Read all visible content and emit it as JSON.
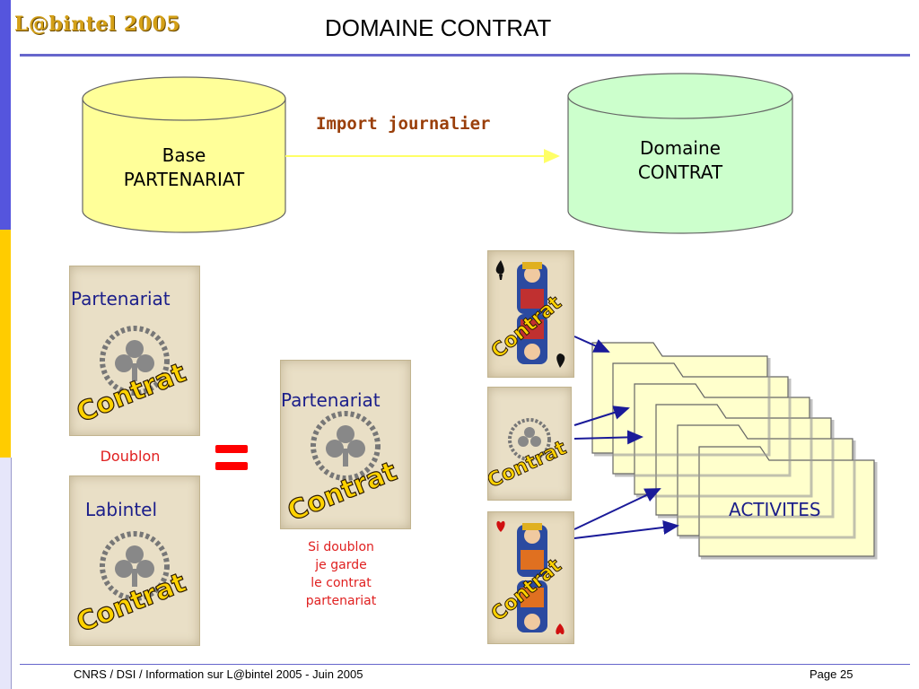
{
  "header": {
    "logo": "L@bintel 2005",
    "title": "DOMAINE CONTRAT"
  },
  "colors": {
    "sidebar_top": "#5555dd",
    "sidebar_mid": "#ffcc00",
    "sidebar_bottom": "#e6e6fa",
    "accent_rule": "#6666cc",
    "arrow_blue": "#1a1a99",
    "cyl_yellow": "#ffff99",
    "cyl_green": "#ccffcc"
  },
  "diagram": {
    "source_db": {
      "line1": "Base",
      "line2": "PARTENARIAT"
    },
    "target_db": {
      "line1": "Domaine",
      "line2": "CONTRAT"
    },
    "import_label": "Import journalier",
    "card_partenariat_label": "Partenariat",
    "card_labintel_label": "Labintel",
    "doublon_label": "Doublon",
    "card_result_label": "Partenariat",
    "rule_text": {
      "line1": "Si doublon",
      "line2": "je garde",
      "line3": "le contrat",
      "line4": "partenariat"
    },
    "card_stamp": "Contrat",
    "folders_label": "ACTIVITES"
  },
  "footer": {
    "left": "CNRS / DSI / Information sur L@bintel 2005 - Juin 2005",
    "right": "Page 25"
  }
}
